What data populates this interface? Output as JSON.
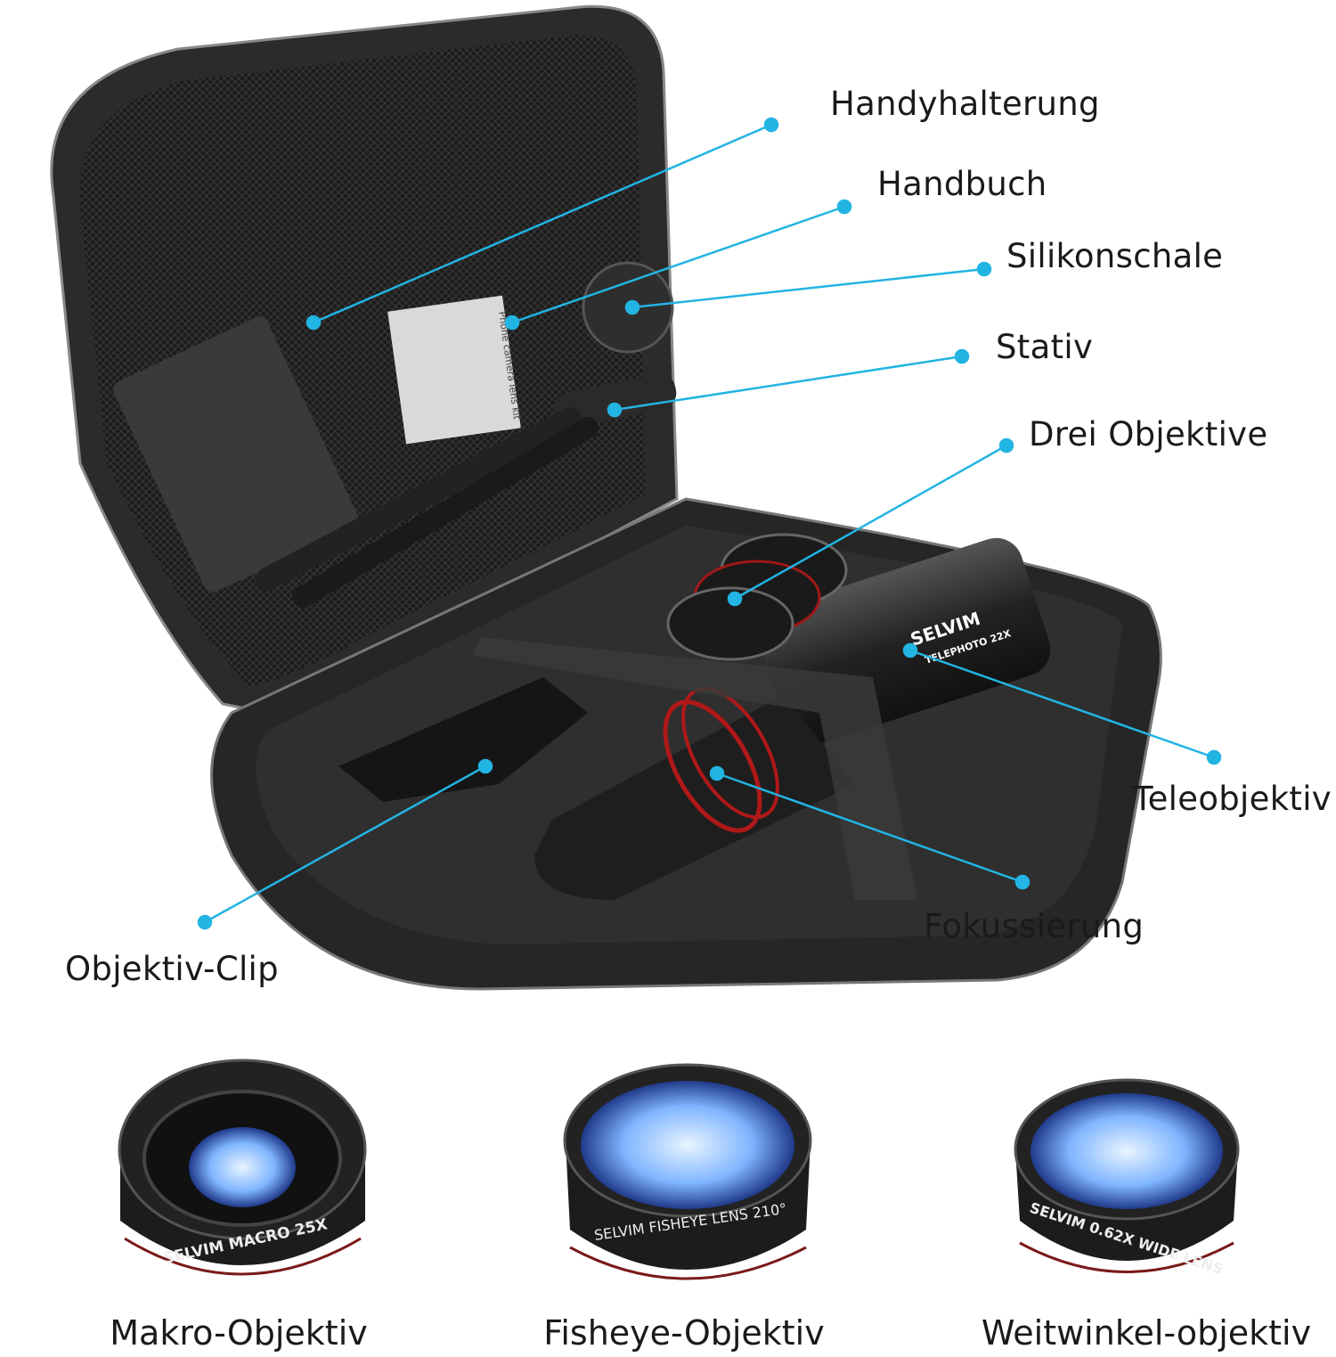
{
  "accent_color": "#22b4e3",
  "callouts": [
    {
      "label": "Handyhalterung"
    },
    {
      "label": "Handbuch"
    },
    {
      "label": "Silikonschale"
    },
    {
      "label": "Stativ"
    },
    {
      "label": "Drei Objektive"
    },
    {
      "label": "Teleobjektiv"
    },
    {
      "label": "Fokussierung"
    },
    {
      "label": "Objektiv-Clip"
    }
  ],
  "telephoto": {
    "brand": "SELVIM",
    "model": "TELEPHOTO 22X"
  },
  "manual": {
    "text": "Phone camera lens kit"
  },
  "lenses": [
    {
      "label": "Makro-Objektiv",
      "engraving": "SELVIM  MACRO 25X"
    },
    {
      "label": "Fisheye-Objektiv",
      "engraving": "SELVIM FISHEYE LENS 210°"
    },
    {
      "label": "Weitwinkel-objektiv",
      "engraving": "SELVIM  0.62X   WIDE LENS"
    }
  ]
}
